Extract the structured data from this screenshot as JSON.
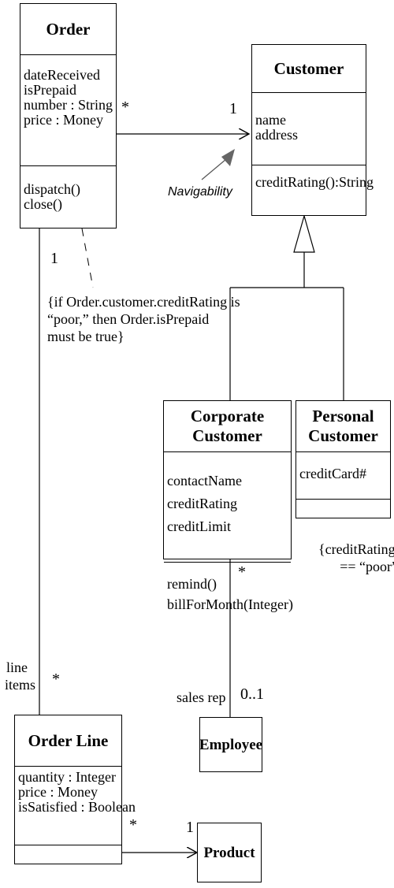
{
  "classes": {
    "order": {
      "name": "Order",
      "attributes": [
        "dateReceived",
        "isPrepaid",
        "number : String",
        "price : Money"
      ],
      "operations": [
        "dispatch()",
        "close()"
      ]
    },
    "customer": {
      "name": "Customer",
      "attributes": [
        "name",
        "address"
      ],
      "operations": [
        "creditRating():String"
      ]
    },
    "corporate": {
      "name_line1": "Corporate",
      "name_line2": "Customer",
      "attributes": [
        "contactName",
        "creditRating",
        "creditLimit"
      ],
      "operations": [
        "remind()",
        "billForMonth(Integer)"
      ]
    },
    "personal": {
      "name_line1": "Personal",
      "name_line2": "Customer",
      "attributes": [
        "creditCard#"
      ]
    },
    "employee": {
      "name": "Employee"
    },
    "orderline": {
      "name": "Order Line",
      "attributes": [
        "quantity : Integer",
        "price : Money",
        "isSatisfied : Boolean"
      ]
    },
    "product": {
      "name": "Product"
    }
  },
  "labels": {
    "navigability": "Navigability",
    "constraint_order": [
      "{if Order.customer.creditRating is",
      "“poor,” then Order.isPrepaid",
      "must be true}"
    ],
    "constraint_personal": [
      "{creditRating()",
      "== “poor”}"
    ],
    "role_line_items": [
      "line",
      "items"
    ],
    "role_sales_rep": "sales rep"
  },
  "multiplicities": {
    "order_customer_order_end": "*",
    "order_customer_customer_end": "1",
    "order_orderline_order_end": "1",
    "order_orderline_line_end": "*",
    "corporate_employee_corporate_end": "*",
    "corporate_employee_employee_end": "0..1",
    "orderline_product_line_end": "*",
    "orderline_product_product_end": "1"
  }
}
